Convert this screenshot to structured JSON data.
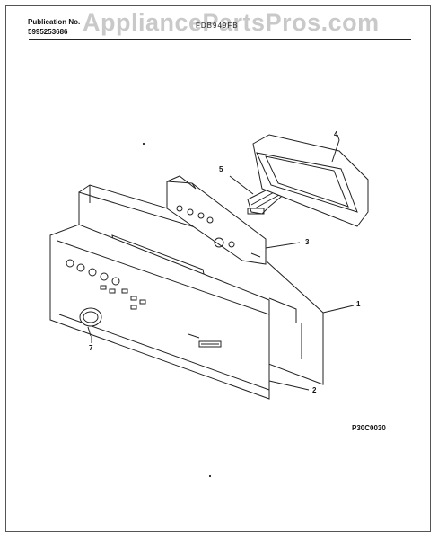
{
  "header": {
    "publication_label": "Publication No.",
    "publication_number": "5995253686",
    "model": "FDB949FB",
    "watermark": "AppliancePartsPros.com"
  },
  "callouts": {
    "part_1": "1",
    "part_2": "2",
    "part_3": "3",
    "part_4": "4",
    "part_5": "5",
    "part_7": "7"
  },
  "figure_id": "P30C0030"
}
